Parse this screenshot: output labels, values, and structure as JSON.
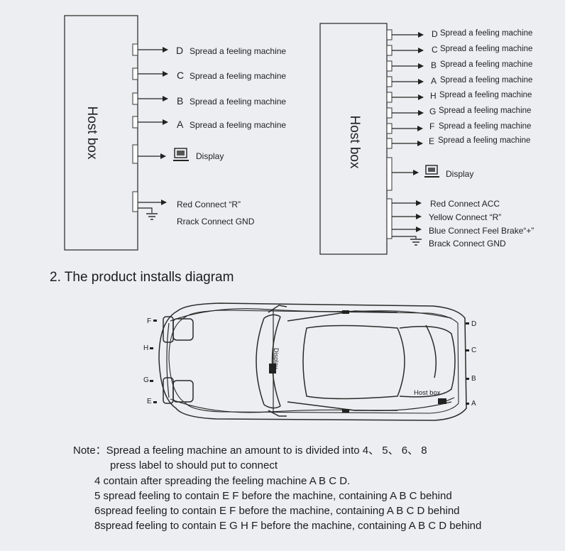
{
  "left_box": {
    "label": "Host box",
    "outputs": [
      {
        "letter": "D",
        "text": "Spread a feeling machine"
      },
      {
        "letter": "C",
        "text": "Spread a feeling machine"
      },
      {
        "letter": "B",
        "text": "Spread a feeling machine"
      },
      {
        "letter": "A",
        "text": "Spread a feeling machine"
      }
    ],
    "display": "Display",
    "wires": [
      "Red Connect “R”",
      "Rrack Connect GND"
    ]
  },
  "right_box": {
    "label": "Host box",
    "outputs": [
      {
        "letter": "D",
        "text": "Spread a feeling machine"
      },
      {
        "letter": "C",
        "text": "Spread a feeling machine"
      },
      {
        "letter": "B",
        "text": "Spread a feeling machine"
      },
      {
        "letter": "A",
        "text": "Spread a feeling machine"
      },
      {
        "letter": "H",
        "text": "Spread a feeling machine"
      },
      {
        "letter": "G",
        "text": "Spread a feeling machine"
      },
      {
        "letter": "F",
        "text": "Spread a feeling machine"
      },
      {
        "letter": "E",
        "text": "Spread a feeling machine"
      }
    ],
    "display": "Display",
    "wires": [
      "Red Connect ACC",
      "Yellow Connect  “R”",
      "Blue Connect Feel Brake“+”",
      "Brack Connect GND"
    ]
  },
  "section_title": "2. The product installs diagram",
  "car": {
    "left_labels": [
      "F",
      "H",
      "G",
      "E"
    ],
    "right_labels": [
      "D",
      "C",
      "B",
      "A"
    ],
    "display_label": "Display",
    "host_label": "Host box"
  },
  "notes": [
    "Note：Spread a feeling machine an amount to is divided into 4、 5、 6、 8",
    "press label to should put to connect",
    "4 contain after spreading the feeling machine   A B C D.",
    "5 spread feeling to contain E F before the machine, containing A B C behind",
    "6spread feeling to contain E F before the machine, containing A B C D behind",
    "8spread feeling to contain E G H F before the machine, containing A B C D  behind"
  ]
}
